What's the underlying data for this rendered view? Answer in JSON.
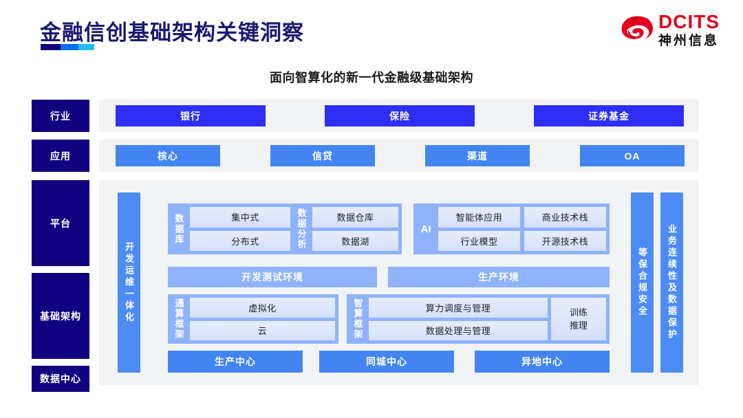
{
  "header": {
    "title": "金融信创基础架构关键洞察",
    "logo_en": "DCITS",
    "logo_cn": "神州信息",
    "logo_icon": "dcits-swirl-logo"
  },
  "subtitle": "面向智算化的新一代金融级基础架构",
  "layers": [
    {
      "label": "行业"
    },
    {
      "label": "应用"
    },
    {
      "label": "平台"
    },
    {
      "label": "基础架构"
    },
    {
      "label": "数据中心"
    }
  ],
  "industry_row": {
    "items": [
      "银行",
      "保险",
      "证券基金"
    ]
  },
  "application_row": {
    "items": [
      "核心",
      "信贷",
      "渠道",
      "OA"
    ]
  },
  "side_bars": {
    "devops": "开发运维一体化",
    "security": "等保合规安全",
    "continuity": "业务连续性及数据保护"
  },
  "platform": {
    "groups": [
      {
        "label": "数据库",
        "items": [
          "集中式",
          "分布式"
        ]
      },
      {
        "label": "数据分析",
        "items": [
          "数据仓库",
          "数据湖"
        ]
      }
    ],
    "ai": {
      "label": "AI",
      "col_left": [
        "智能体应用",
        "行业模型"
      ],
      "col_right": [
        "商业技术栈",
        "开源技术栈"
      ]
    },
    "environments": [
      "开发测试环境",
      "生产环境"
    ]
  },
  "infrastructure": {
    "general_framework": {
      "label": "通算框架",
      "items": [
        "虚拟化",
        "云"
      ]
    },
    "intelligent_framework": {
      "label": "智算框架",
      "items": [
        "算力调度与管理",
        "数据处理与管理"
      ],
      "side_items": [
        "训练",
        "推理"
      ]
    }
  },
  "data_centers": [
    "生产中心",
    "同城中心",
    "异地中心"
  ],
  "colors": {
    "navy": "#100080",
    "vivid_blue": "#2e2ef5",
    "blue": "#4285f0",
    "light_blue": "#8fb3fa",
    "panel_gray": "#f2f3f5",
    "accent_red": "#e3001b"
  }
}
